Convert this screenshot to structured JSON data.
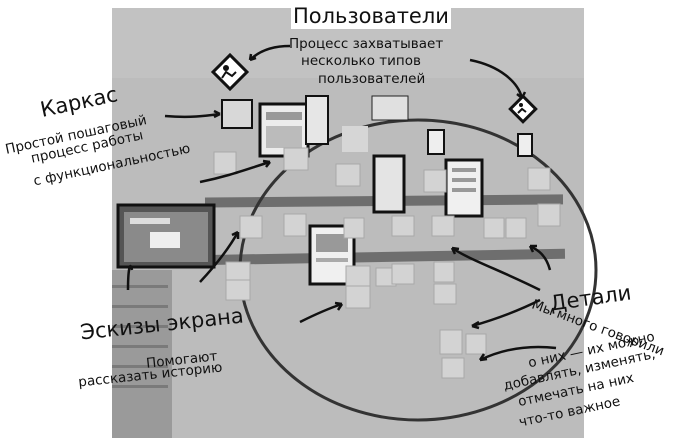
{
  "annotations": {
    "users": {
      "heading": "Пользователи",
      "text": [
        "Процесс захватывает",
        "несколько типов",
        "пользователей"
      ]
    },
    "wireframe": {
      "heading": "Каркас",
      "text": [
        "Простой пошаговый",
        "процесс работы",
        "с функциональностью"
      ]
    },
    "sketches": {
      "heading": "Эскизы экрана",
      "text": [
        "Помогают",
        "рассказать историю"
      ]
    },
    "details": {
      "heading": "Детали",
      "text": [
        "Мы много говорили",
        "о них — их можно",
        "добавлять, изменять,",
        "отмечать на них",
        "что-то важное"
      ]
    }
  },
  "colors": {
    "wall": "#bdbdbd",
    "sticky": "#d2d2d2",
    "tape": "#6d6d6d",
    "ink": "#111111"
  }
}
